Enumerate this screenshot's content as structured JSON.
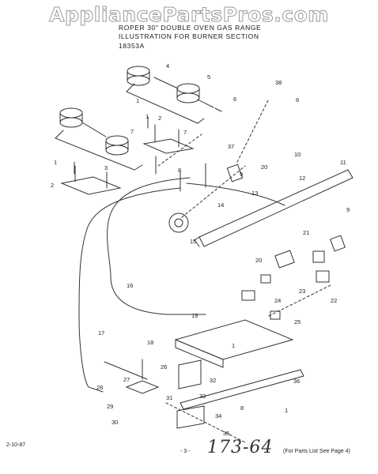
{
  "watermark": "AppliancePartsPros.com",
  "title": {
    "line1": "ROPER 30\" DOUBLE OVEN GAS RANGE",
    "line2": "ILLUSTRATION FOR BURNER SECTION",
    "line3": "18353A"
  },
  "footer": {
    "date": "2-10-87",
    "page": "- 3 -",
    "handwritten": "173-64",
    "note": "(For Parts List See Page 4)"
  },
  "callouts": [
    "4",
    "5",
    "6",
    "1",
    "2",
    "3",
    "7",
    "1",
    "7",
    "1",
    "2",
    "38",
    "6",
    "37",
    "9",
    "20",
    "10",
    "11",
    "12",
    "13",
    "9",
    "8",
    "14",
    "15",
    "16",
    "21",
    "20",
    "23",
    "22",
    "24",
    "25",
    "17",
    "19",
    "1",
    "18",
    "26",
    "32",
    "27",
    "28",
    "29",
    "31",
    "33",
    "30",
    "36",
    "8",
    "34",
    "1",
    "35"
  ]
}
